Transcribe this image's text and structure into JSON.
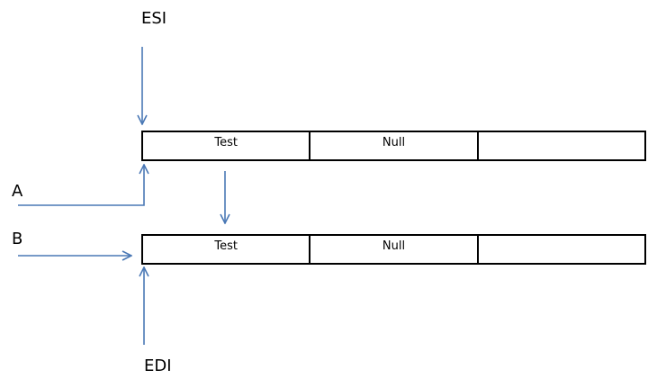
{
  "labels": {
    "esi": "ESI",
    "edi": "EDI",
    "a": "A",
    "b": "B"
  },
  "buffers": [
    {
      "cells": [
        "Test",
        "Null",
        ""
      ]
    },
    {
      "cells": [
        "Test",
        "Null",
        ""
      ]
    }
  ],
  "colors": {
    "arrow": "#4a78b5",
    "border": "#000000"
  }
}
